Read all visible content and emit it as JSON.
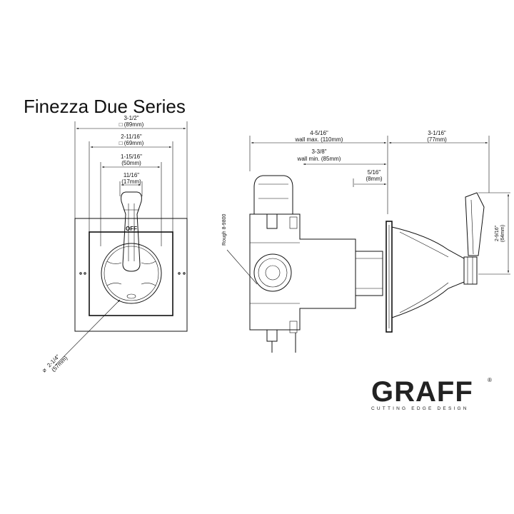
{
  "title": "Finezza Due Series",
  "front_view": {
    "dim_overall": {
      "imperial": "3-1/2\"",
      "metric": "□ (89mm)"
    },
    "dim_plate": {
      "imperial": "2-11/16\"",
      "metric": "□ (69mm)"
    },
    "dim_dial": {
      "imperial": "1-15/16\"",
      "metric": "(50mm)"
    },
    "dim_handle": {
      "imperial": "11/16\"",
      "metric": "(17mm)"
    },
    "off_label": "OFF",
    "diameter": {
      "symbol": "⌀",
      "imperial": "2-1/4\"",
      "metric": "(57mm)"
    }
  },
  "side_view": {
    "wall_max": {
      "imperial": "4-5/16\"",
      "metric": "wall max. (110mm)"
    },
    "wall_min": {
      "imperial": "3-3/8\"",
      "metric": "wall min. (85mm)"
    },
    "trim_depth": {
      "imperial": "3-1/16\"",
      "metric": "(77mm)"
    },
    "plate_offset": {
      "imperial": "5/16\"",
      "metric": "(8mm)"
    },
    "handle_height": {
      "imperial": "2-9/16\"",
      "metric": "(64mm)"
    },
    "rough_label": "Rough 8-9800"
  },
  "brand": {
    "name": "GRAFF",
    "registered": "®",
    "tagline": "CUTTING EDGE DESIGN"
  }
}
